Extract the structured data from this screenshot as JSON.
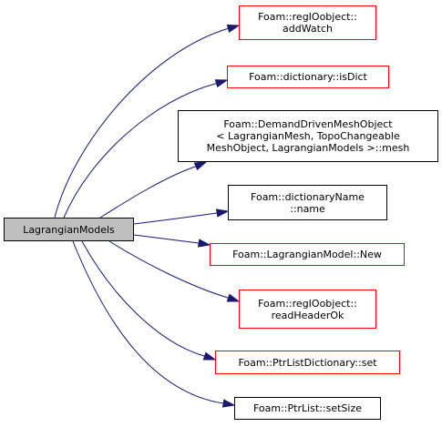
{
  "graph": {
    "edge_color": "#191970",
    "root": {
      "label_lines": [
        "LagrangianModels"
      ]
    },
    "targets": [
      {
        "label_lines": [
          "Foam::regIOobject::",
          "addWatch"
        ],
        "border": "#ff0000"
      },
      {
        "label_lines": [
          "Foam::dictionary::isDict"
        ],
        "border": "#ff0000"
      },
      {
        "label_lines": [
          "Foam::DemandDrivenMeshObject",
          "< LagrangianMesh, TopoChangeable",
          "MeshObject, LagrangianModels >::mesh"
        ],
        "border": "#000000"
      },
      {
        "label_lines": [
          "Foam::dictionaryName",
          "::name"
        ],
        "border": "#000000"
      },
      {
        "label_lines": [
          "Foam::LagrangianModel::New"
        ],
        "border": "#ff0000"
      },
      {
        "label_lines": [
          "Foam::regIOobject::",
          "readHeaderOk"
        ],
        "border": "#ff0000"
      },
      {
        "label_lines": [
          "Foam::PtrListDictionary::set"
        ],
        "border": "#ff0000"
      },
      {
        "label_lines": [
          "Foam::PtrList::setSize"
        ],
        "border": "#000000"
      }
    ]
  }
}
